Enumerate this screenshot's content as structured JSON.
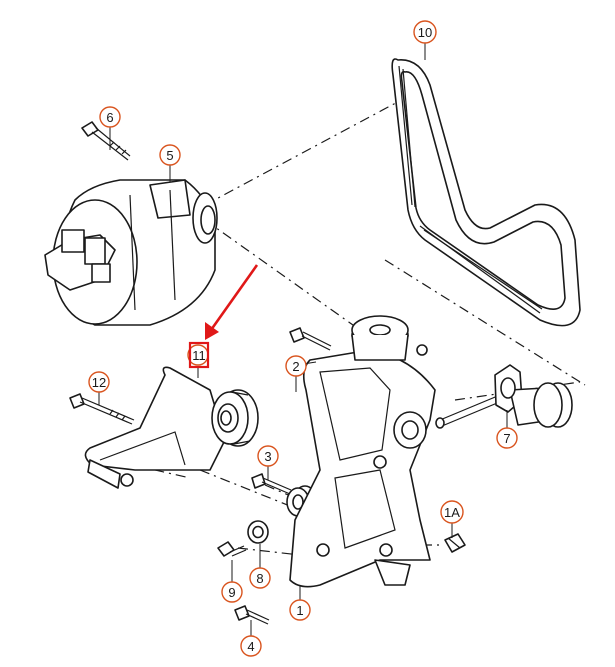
{
  "colors": {
    "line": "#1a1a1a",
    "callout_ring": "#d9541e",
    "highlight": "#e01818"
  },
  "callouts": {
    "c1": "1",
    "c1a": "1A",
    "c2": "2",
    "c3": "3",
    "c4": "4",
    "c5": "5",
    "c6": "6",
    "c7": "7",
    "c8": "8",
    "c9": "9",
    "c10": "10",
    "c11": "11",
    "c12": "12"
  },
  "highlighted_callout": "11"
}
